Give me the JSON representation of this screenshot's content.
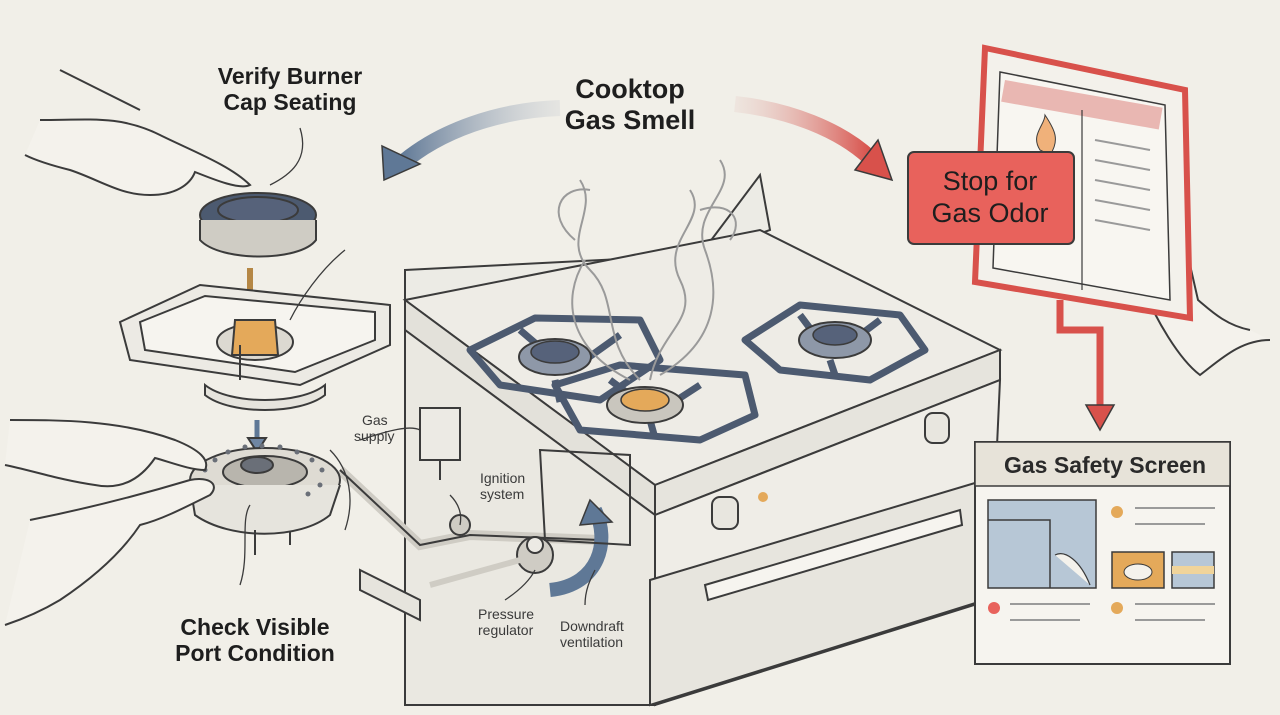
{
  "labels": {
    "center_title": [
      "Cooktop",
      "Gas Smell"
    ],
    "burner_cap": [
      "Verify Burner",
      "Cap Seating"
    ],
    "port_condition": [
      "Check Visible",
      "Port Condition"
    ],
    "gas_supply": [
      "Gas",
      "supply"
    ],
    "ignition": [
      "Ignition",
      "system"
    ],
    "pressure_regulator": [
      "Pressure",
      "regulator"
    ],
    "downdraft": [
      "Downdraft",
      "ventilation"
    ]
  },
  "stop_box": [
    "Stop for",
    "Gas Odor"
  ],
  "screen_panel_title": "Gas Safety Screen",
  "colors": {
    "background": "#f1efe8",
    "ink": "#3b3b3b",
    "blue_arrow": "#6f86a3",
    "red_arrow": "#d85550",
    "stop_fill": "#e8625c",
    "brass": "#e4a95a",
    "grate": "#4c5a70"
  }
}
